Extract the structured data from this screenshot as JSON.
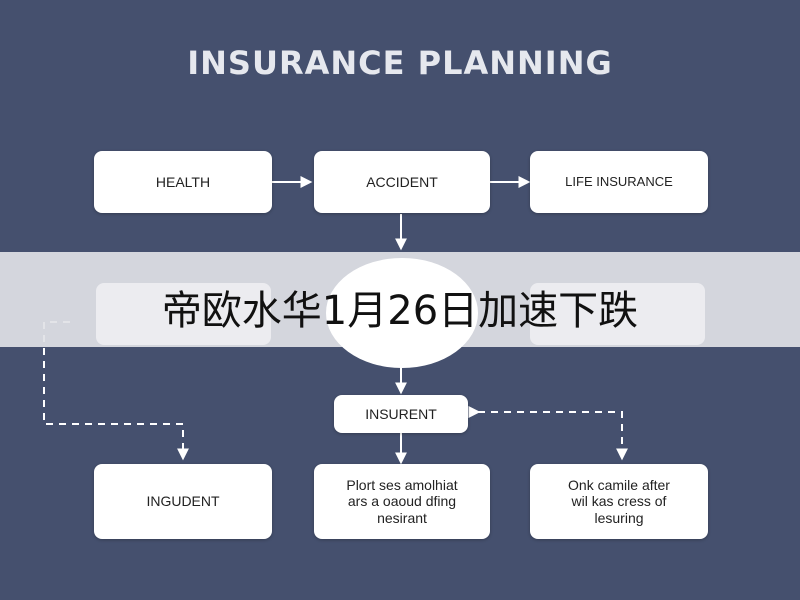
{
  "diagram": {
    "title": "INSURANCE PLANNING",
    "nodes": {
      "health": "HEALTH",
      "accident": "ACCIDENT",
      "life_insurance": "LIFE INSURANCE",
      "insurent": "INSURENT",
      "ingudent": "INGUDENT",
      "middle_bottom": [
        "Plort ses amolhiat",
        "ars a oaoud dfing",
        "nesirant"
      ],
      "right_bottom": [
        "Onk camile after",
        "wil kas cress of",
        "lesuring"
      ]
    }
  },
  "overlay": {
    "caption": "帝欧水华1月26日加速下跌"
  },
  "colors": {
    "background": "#45506e",
    "box": "#ffffff",
    "arrow": "#ffffff",
    "banner": "#e1e2e6"
  }
}
